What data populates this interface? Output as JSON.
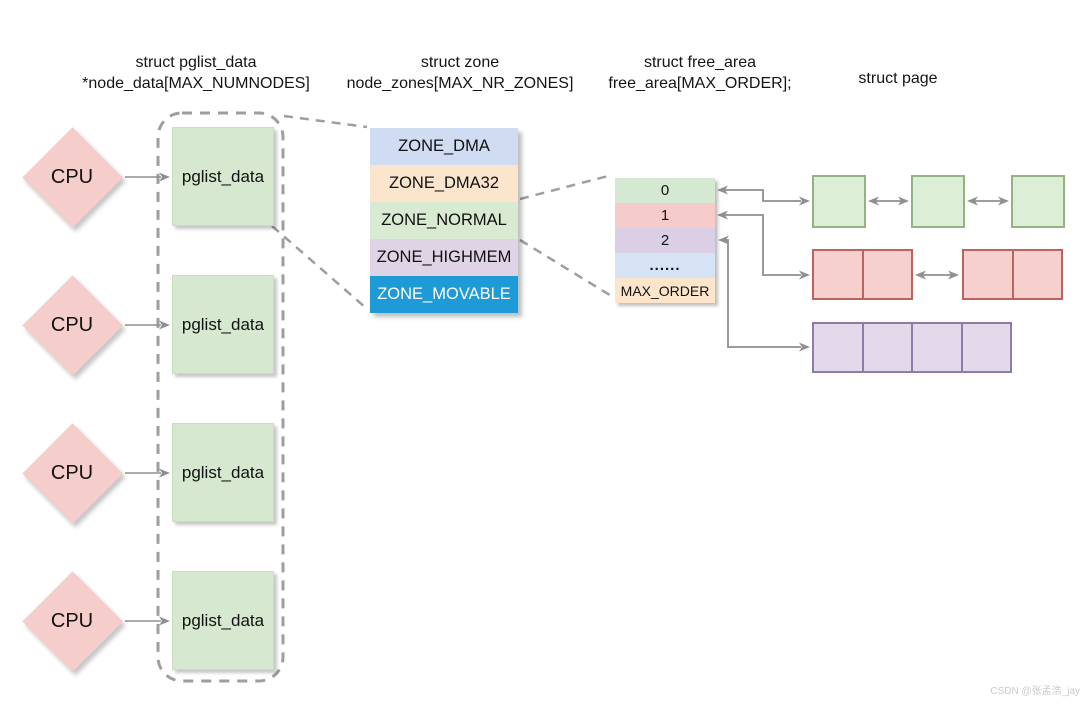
{
  "headers": {
    "pglist": {
      "line1": "struct pglist_data",
      "line2": "*node_data[MAX_NUMNODES]"
    },
    "zone": {
      "line1": "struct zone",
      "line2": "node_zones[MAX_NR_ZONES]"
    },
    "free_area": {
      "line1": "struct free_area",
      "line2": "free_area[MAX_ORDER];"
    },
    "page": {
      "line1": "struct page"
    }
  },
  "cpu_nodes": [
    {
      "label": "CPU"
    },
    {
      "label": "CPU"
    },
    {
      "label": "CPU"
    },
    {
      "label": "CPU"
    }
  ],
  "pglist_nodes": [
    {
      "label": "pglist_data"
    },
    {
      "label": "pglist_data"
    },
    {
      "label": "pglist_data"
    },
    {
      "label": "pglist_data"
    }
  ],
  "zones": [
    {
      "label": "ZONE_DMA",
      "fill": "#cfdcf1",
      "text_color": "#000000"
    },
    {
      "label": "ZONE_DMA32",
      "fill": "#fce5cd",
      "text_color": "#000000"
    },
    {
      "label": "ZONE_NORMAL",
      "fill": "#d8ead2",
      "text_color": "#000000"
    },
    {
      "label": "ZONE_HIGHMEM",
      "fill": "#ded4e6",
      "text_color": "#000000"
    },
    {
      "label": "ZONE_MOVABLE",
      "fill": "#1e9ad6",
      "text_color": "#ffffff"
    }
  ],
  "free_area_rows": [
    {
      "label": "0",
      "fill": "#d5e8d1"
    },
    {
      "label": "1",
      "fill": "#f5ccc9"
    },
    {
      "label": "2",
      "fill": "#dacfe4"
    },
    {
      "label": "......",
      "fill": "#d6e3f4"
    },
    {
      "label": "MAX_ORDER",
      "fill": "#fde5cb"
    }
  ],
  "page_lists": [
    {
      "order": "0",
      "blocks": [
        {
          "cells": 1
        },
        {
          "cells": 1
        },
        {
          "cells": 1
        }
      ],
      "fill": "#ddeed6",
      "border": "#93b383"
    },
    {
      "order": "1",
      "blocks": [
        {
          "cells": 2
        },
        {
          "cells": 2
        }
      ],
      "fill": "#f6d0cd",
      "border": "#bb6360"
    },
    {
      "order": "2",
      "blocks": [
        {
          "cells": 4
        }
      ],
      "fill": "#e3d9eb",
      "border": "#8f7bab"
    }
  ],
  "colors": {
    "arrow_gray": "#8f8f8f",
    "dashed_gray": "#9e9e9e",
    "cpu_fill": "#f5cdca",
    "pglist_fill": "#d6e9d0",
    "canvas": "#ffffff"
  },
  "watermark": "CSDN @张孟浩_jay"
}
